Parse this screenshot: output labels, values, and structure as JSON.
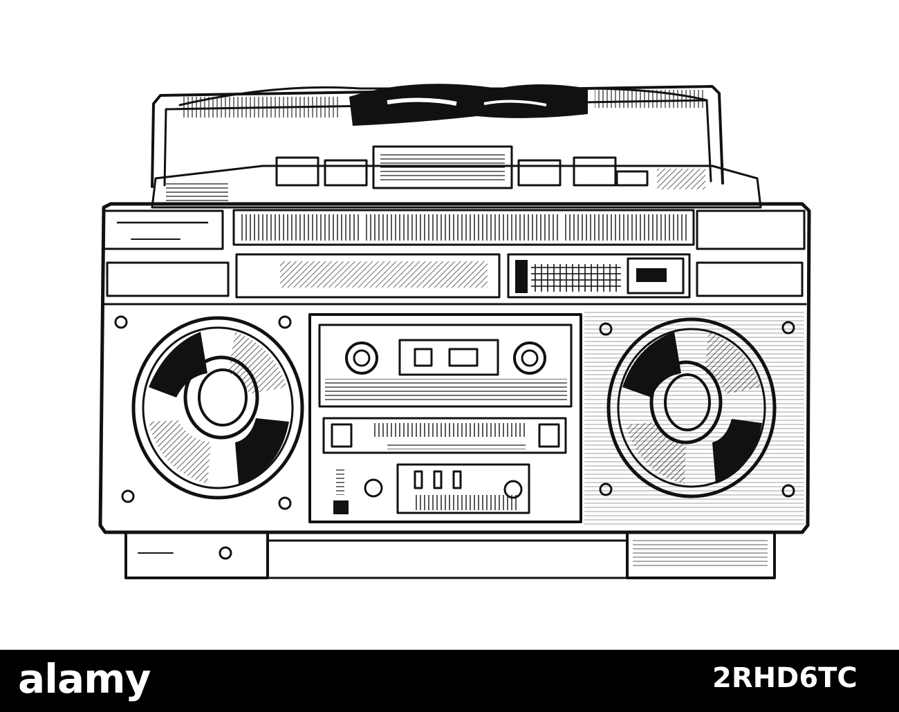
{
  "watermark": {
    "brand": "alamy",
    "image_id": "2RHD6TC"
  },
  "colors": {
    "background": "#ffffff",
    "ink": "#111111",
    "bar": "#000000",
    "bar_text": "#ffffff"
  },
  "illustration": {
    "subject": "boombox-sketch"
  }
}
